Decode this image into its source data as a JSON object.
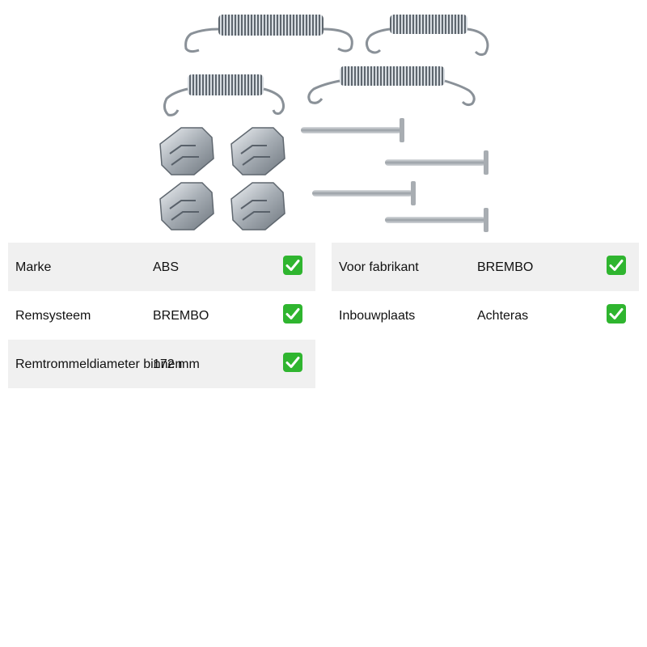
{
  "product": {
    "image_icon": "brake-shoe-accessory-kit-icon"
  },
  "specs_left": [
    {
      "label": "Marke",
      "value": "ABS",
      "icon": "check-mark-icon",
      "status_color": "#2fb52f"
    },
    {
      "label": "Remsysteem",
      "value": "BREMBO",
      "icon": "check-mark-icon",
      "status_color": "#2fb52f"
    },
    {
      "label": "Remtrommeldiameter binnen",
      "value": "172 mm",
      "icon": "check-mark-icon",
      "status_color": "#2fb52f"
    }
  ],
  "specs_right": [
    {
      "label": "Voor fabrikant",
      "value": "BREMBO",
      "icon": "check-mark-icon",
      "status_color": "#2fb52f"
    },
    {
      "label": "Inbouwplaats",
      "value": "Achteras",
      "icon": "check-mark-icon",
      "status_color": "#2fb52f"
    }
  ],
  "colors": {
    "row_shade": "#f0f0f0",
    "check_green": "#2fb52f"
  }
}
